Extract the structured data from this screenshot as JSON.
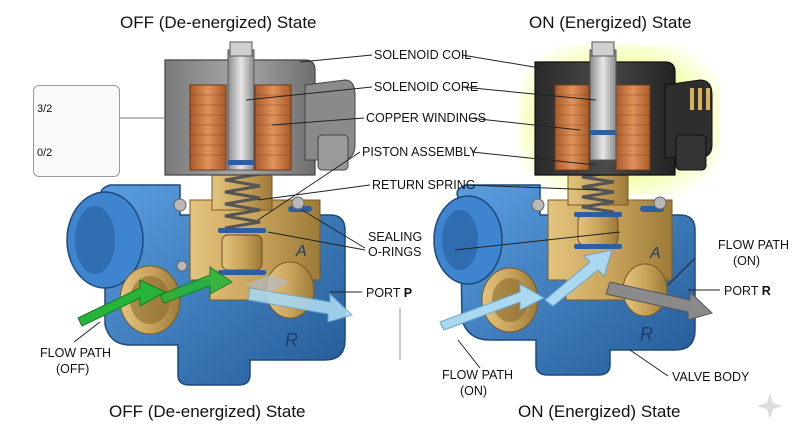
{
  "titles": {
    "top_left": "OFF (De-energized) State",
    "top_right": "ON (Energized) State",
    "bottom_left": "OFF (De-energized) State",
    "bottom_right": "ON (Energized) State"
  },
  "labels": {
    "solenoid_coil": "SOLENOID COIL",
    "solenoid_core": "SOLENOID CORE",
    "copper_windings": "COPPER WINDINGS",
    "piston_assembly": "PISTON ASSEMBLY",
    "return_spring": "RETURN SPRING",
    "sealing_line1": "SEALING",
    "sealing_line2": "O-RINGS",
    "port_p_prefix": "PORT",
    "port_p_letter": "P",
    "port_r_prefix": "PORT",
    "port_r_letter": "R",
    "flow_on_right_line1": "FLOW PATH",
    "flow_on_right_line2": "(ON)",
    "flow_off_line1": "FLOW PATH",
    "flow_off_line2": "(OFF)",
    "flow_on_bottom_line1": "FLOW PATH",
    "flow_on_bottom_line2": "(ON)",
    "valve_body": "VALVE BODY"
  },
  "schematic": {
    "row1_label": "3/2",
    "row2_label": "0/2"
  },
  "body_letters": {
    "a": "A",
    "r": "R"
  },
  "colors": {
    "valve_blue": "#3d7fc8",
    "valve_blue_dark": "#2a5f9c",
    "brass": "#c9a45c",
    "coil_gray": "#8e8e8e",
    "coil_dark": "#3a3a3a",
    "copper": "#c97a44",
    "flow_green": "#27b43a",
    "flow_lightblue": "#a9d8f0",
    "flow_gray": "#8a8a8a",
    "glow": "#e8ff8a"
  },
  "icons": [
    "sparkle-icon"
  ]
}
